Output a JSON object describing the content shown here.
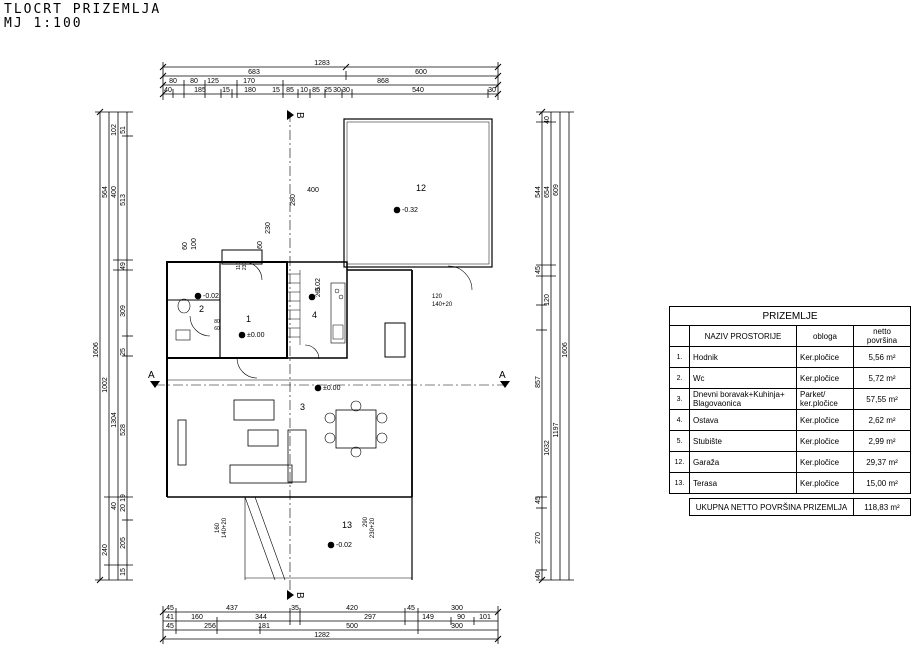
{
  "title": {
    "line1": "TLOCRT PRIZEMLJA",
    "line2": "MJ 1:100"
  },
  "dims": {
    "top_total": "1283",
    "top_r2": [
      "683",
      "600"
    ],
    "top_r3": [
      "80",
      "80",
      "125",
      "170",
      "868"
    ],
    "top_r4": [
      "40",
      "185",
      "15",
      "180",
      "15",
      "85",
      "10",
      "85",
      "25",
      "30",
      "30",
      "540",
      "30"
    ],
    "bottom_r1": [
      "45",
      "437",
      "35",
      "420",
      "45",
      "300"
    ],
    "bottom_r2": [
      "41",
      "160",
      "344",
      "297",
      "149",
      "90",
      "101"
    ],
    "bottom_r3": [
      "45",
      "256",
      "181",
      "500",
      "300"
    ],
    "bottom_total": "1282",
    "left_r1": [
      "102",
      "51",
      "564",
      "400",
      "513",
      "49",
      "309",
      "25",
      "528",
      "19",
      "20",
      "40",
      "205",
      "15",
      "240"
    ],
    "left_mid": [
      "1002",
      "1304"
    ],
    "left_total": "1606",
    "right_r1": [
      "40",
      "544",
      "654",
      "609",
      "45",
      "120",
      "857",
      "1032",
      "1197",
      "45",
      "270",
      "40"
    ],
    "right_total": "1606",
    "inner": [
      "400",
      "280",
      "230",
      "60",
      "60",
      "100",
      "110",
      "230",
      "80",
      "60",
      "120",
      "140+20",
      "160",
      "140+20",
      "290",
      "230+20",
      "205"
    ]
  },
  "levels": [
    "-0.32",
    "-0.02",
    "±0.00",
    "-0.02",
    "±0.00",
    "-0.02"
  ],
  "room_numbers": [
    "1",
    "2",
    "3",
    "4",
    "12",
    "13"
  ],
  "sections": {
    "a": "A",
    "b": "B"
  },
  "table": {
    "caption": "PRIZEMLJE",
    "headers": [
      "NAZIV PROSTORIJE",
      "obloga",
      "netto površina"
    ],
    "rows": [
      {
        "no": "1.",
        "name": "Hodnik",
        "finish": "Ker.pločice",
        "area": "5,56 m²"
      },
      {
        "no": "2.",
        "name": "Wc",
        "finish": "Ker.pločice",
        "area": "5,72 m²"
      },
      {
        "no": "3.",
        "name": "Dnevni boravak+Kuhinja+ Blagovaonica",
        "finish": "Parket/ ker.pločice",
        "area": "57,55 m²"
      },
      {
        "no": "4.",
        "name": "Ostava",
        "finish": "Ker.pločice",
        "area": "2,62 m²"
      },
      {
        "no": "5.",
        "name": "Stubište",
        "finish": "Ker.pločice",
        "area": "2,99 m²"
      },
      {
        "no": "12.",
        "name": "Garaža",
        "finish": "Ker.pločice",
        "area": "29,37 m²"
      },
      {
        "no": "13.",
        "name": "Terasa",
        "finish": "Ker.pločice",
        "area": "15,00 m²"
      }
    ],
    "total_label": "UKUPNA NETTO POVRŠINA PRIZEMLJA",
    "total_value": "118,83 m²"
  }
}
